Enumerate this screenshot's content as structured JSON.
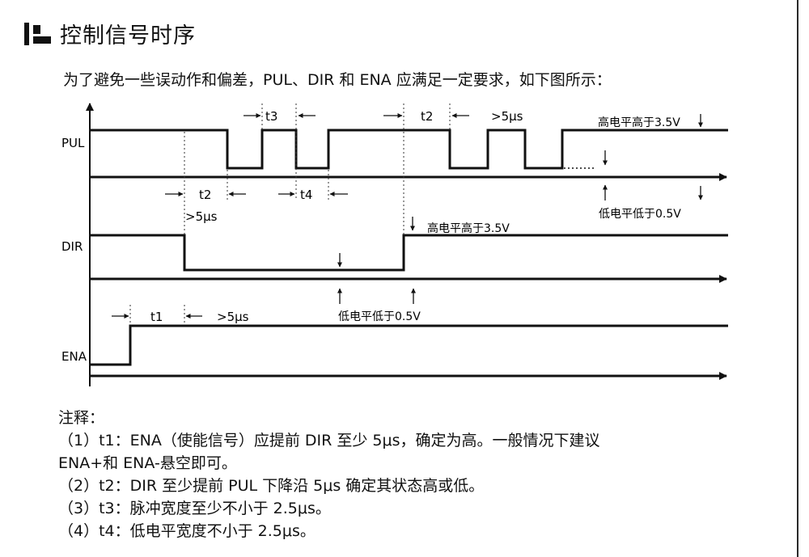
{
  "header": {
    "title": "控制信号时序"
  },
  "intro": "为了避免一些误动作和偏差，PUL、DIR 和 ENA 应满足一定要求，如下图所示：",
  "diagram": {
    "signals": {
      "pul": "PUL",
      "dir": "DIR",
      "ena": "ENA"
    },
    "labels": {
      "t1": "t1",
      "t2_top": "t2",
      "t2_low": "t2",
      "t3": "t3",
      "t4": "t4",
      "gt5_pul_top": ">5μs",
      "gt5_pul_low": ">5μs",
      "gt5_ena": ">5μs",
      "pul_high": "高电平高于3.5V",
      "pul_low": "低电平低于0.5V",
      "dir_high": "高电平高于3.5V",
      "dir_low": "低电平低于0.5V"
    }
  },
  "notes": {
    "heading": "注释：",
    "n1a": "（1）t1：ENA（使能信号）应提前 DIR 至少 5μs，确定为高。一般情况下建议",
    "n1b": "ENA+和 ENA-悬空即可。",
    "n2": "（2）t2：DIR 至少提前 PUL 下降沿 5μs 确定其状态高或低。",
    "n3": "（3）t3：脉冲宽度至少不小于 2.5μs。",
    "n4": "（4）t4：低电平宽度不小于 2.5μs。"
  }
}
